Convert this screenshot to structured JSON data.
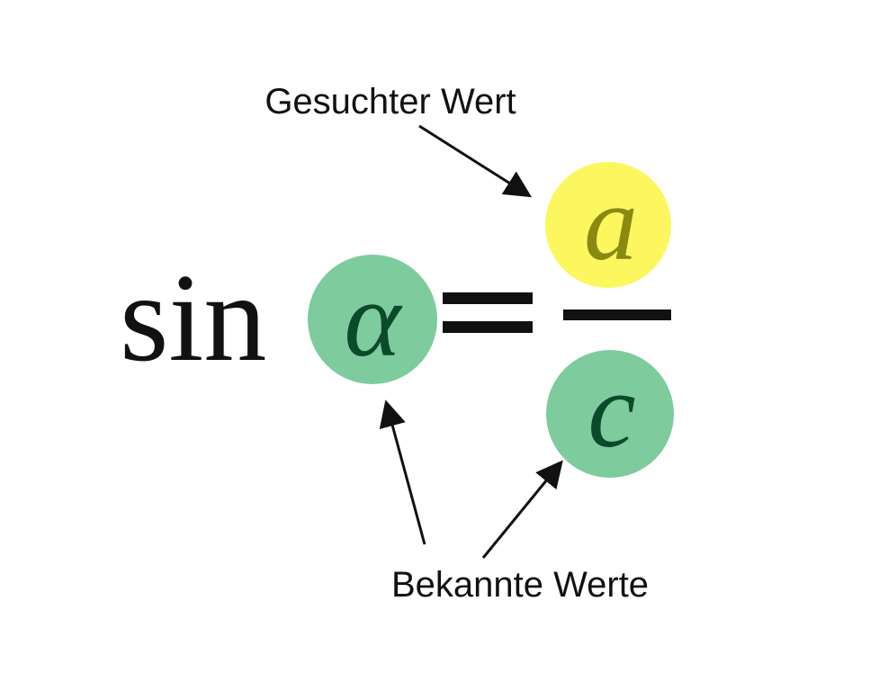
{
  "labels": {
    "sought": "Gesuchter Wert",
    "known": "Bekannte Werte"
  },
  "formula": {
    "function": "sin",
    "angle": "α",
    "numerator": "a",
    "denominator": "c"
  },
  "colors": {
    "sought_circle": "#fcf75e",
    "sought_glyph": "#8a8a12",
    "known_circle": "#7ecb9d",
    "known_glyph": "#0b4a2a",
    "ink": "#111111"
  }
}
